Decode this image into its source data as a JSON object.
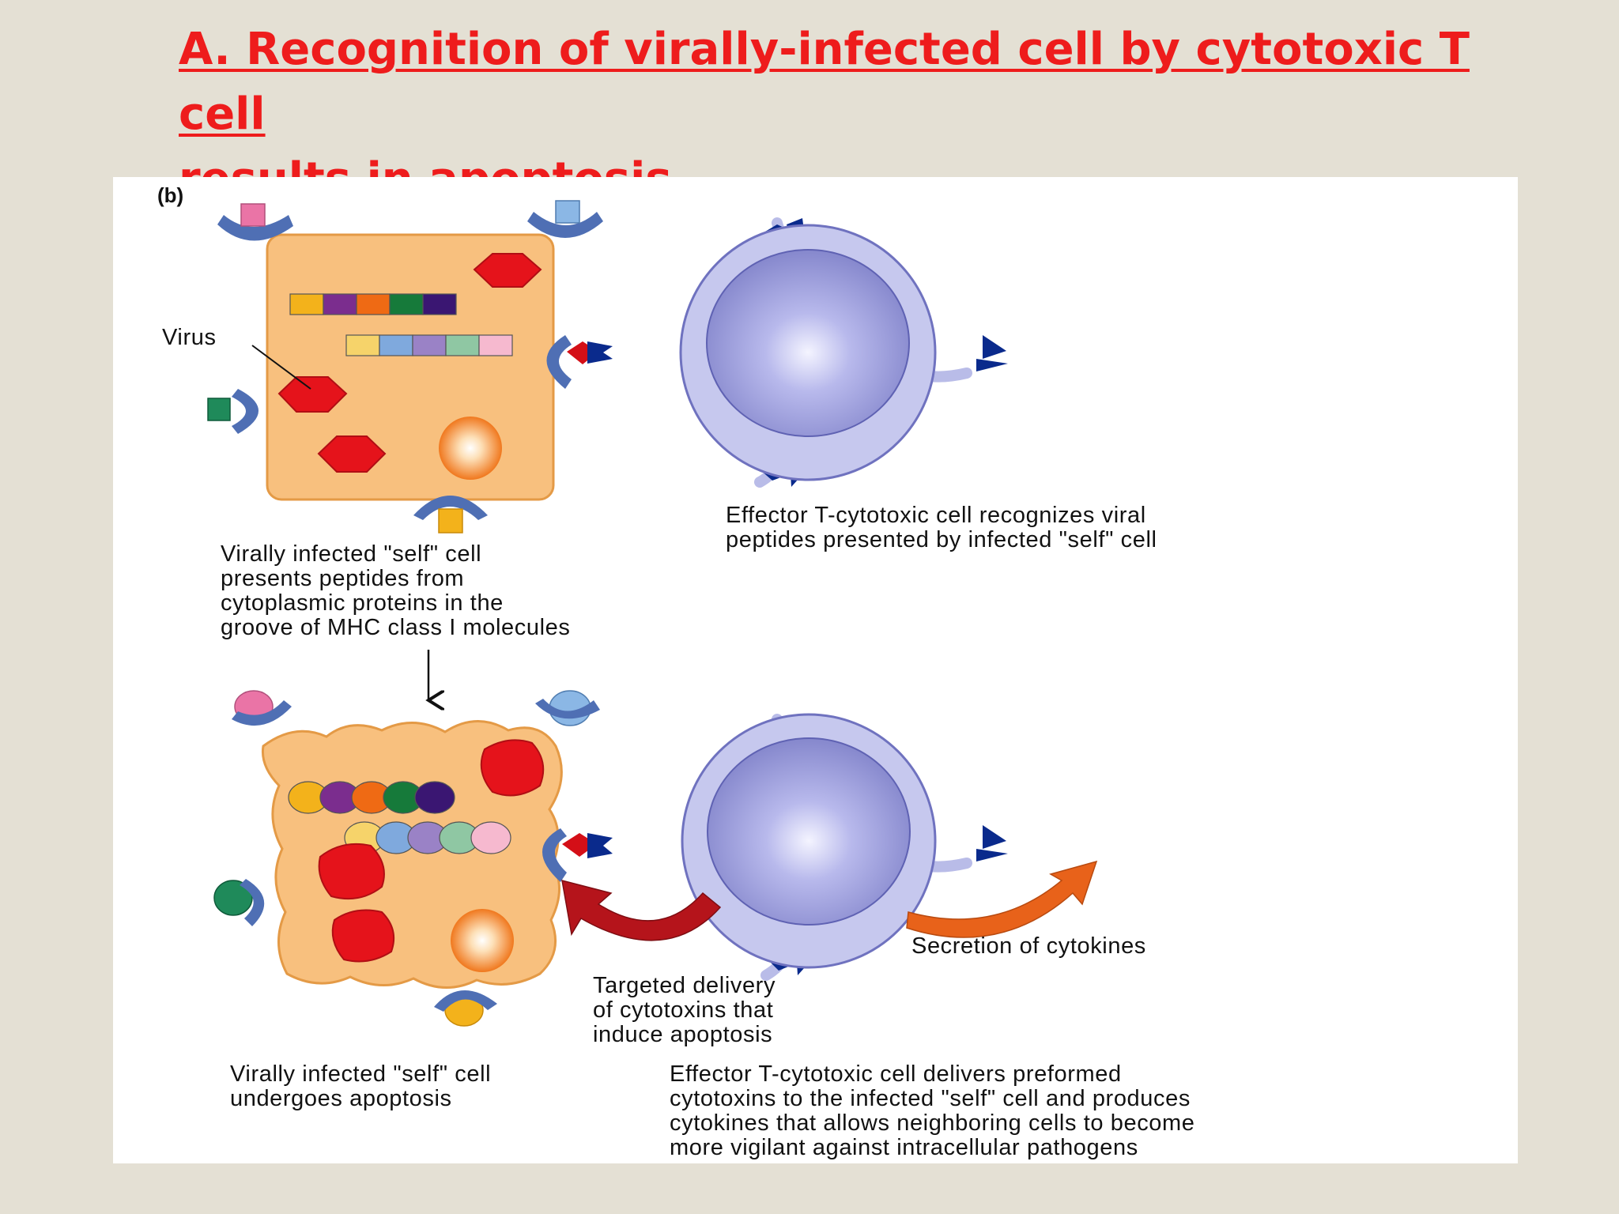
{
  "slide": {
    "title_line1": "A.  Recognition of virally-infected cell by cytotoxic T cell ",
    "title_line2": "results in apoptosis"
  },
  "diagram": {
    "panel_letter": "(b)",
    "labels": {
      "virus": "Virus",
      "infected_cell_caption": "Virally infected \"self\" cell\npresents peptides from\ncytoplasmic proteins in the\ngroove of MHC class I molecules",
      "tcell_recognizes_caption": "Effector T-cytotoxic cell recognizes viral\npeptides presented by infected \"self\" cell",
      "secretion": "Secretion of cytokines",
      "targeted_delivery": "Targeted delivery\nof cytotoxins that\ninduce apoptosis",
      "apoptosis_caption": "Virally infected \"self\" cell\nundergoes apoptosis",
      "tcell_delivers_caption": "Effector T-cytotoxic cell delivers preformed\ncytotoxins to the infected \"self\" cell and produces\ncytokines that allows neighboring cells to become\nmore vigilant against intracellular pathogens"
    },
    "colors": {
      "cell_fill": "#f8c07e",
      "virus_red": "#e5131b",
      "tcell_membrane": "#c6c8ee",
      "tcell_nucleus": "#8e90d6",
      "receptor_navy": "#0a2a8c",
      "mhc_blue": "#4f6fb4",
      "arrow_red": "#b5141b",
      "arrow_orange": "#e8621a"
    },
    "peptides_row1": [
      "#f3b21b",
      "#7b2d8e",
      "#ef6a14",
      "#167a3a",
      "#3a1672"
    ],
    "peptides_row2": [
      "#f6d36a",
      "#7fa9dd",
      "#9a82c6",
      "#8fc7a3",
      "#f6b9cf"
    ]
  }
}
